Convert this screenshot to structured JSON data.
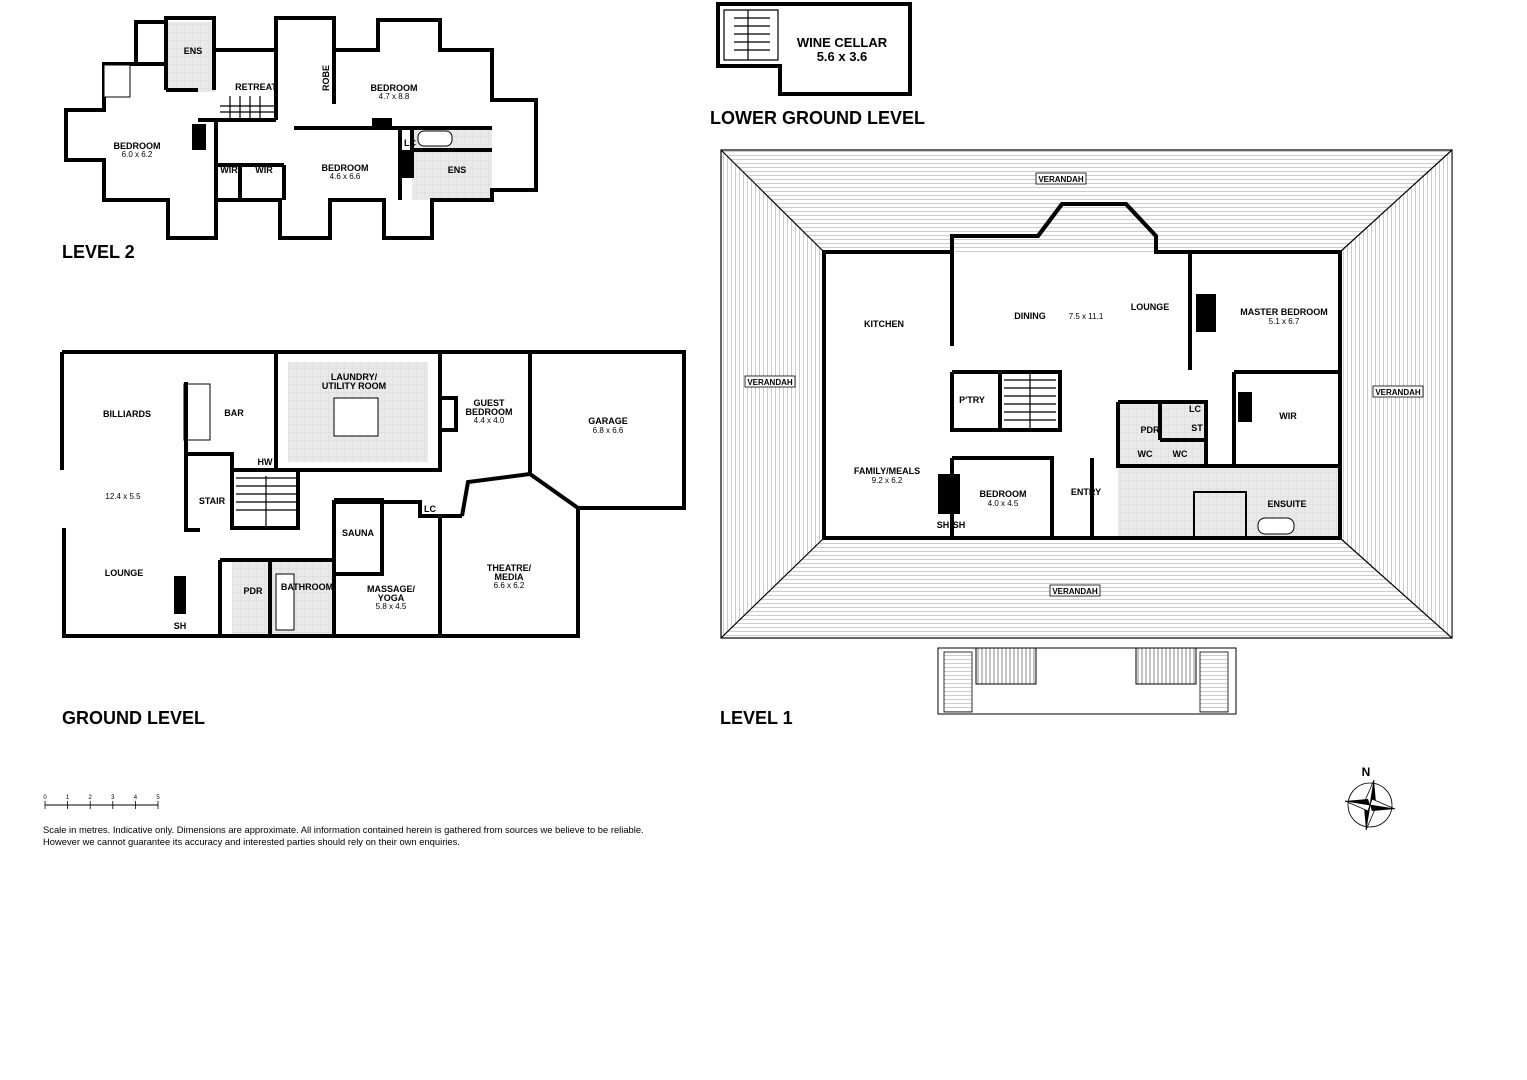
{
  "levels": {
    "level2": "LEVEL 2",
    "lower_ground": "LOWER GROUND LEVEL",
    "ground": "GROUND LEVEL",
    "level1": "LEVEL 1"
  },
  "wine_cellar": {
    "name": "WINE CELLAR",
    "dim": "5.6 x 3.6"
  },
  "level2_rooms": {
    "ens_left": "ENS",
    "retreat": "RETREAT",
    "robe": "ROBE",
    "bedroom_ne": "BEDROOM",
    "bedroom_ne_dim": "4.7 x 8.8",
    "bedroom_w": "BEDROOM",
    "bedroom_w_dim": "6.0 x 6.2",
    "wir1": "WIR",
    "wir2": "WIR",
    "bedroom_c": "BEDROOM",
    "bedroom_c_dim": "4.6 x 6.6",
    "lc": "LC",
    "ens_right": "ENS"
  },
  "ground_rooms": {
    "billiards": "BILLIARDS",
    "billiards_dim": "12.4 x 5.5",
    "lounge": "LOUNGE",
    "bar": "BAR",
    "laundry": "LAUNDRY/",
    "laundry2": "UTILITY ROOM",
    "guest": "GUEST",
    "guest2": "BEDROOM",
    "guest_dim": "4.4 x 4.0",
    "garage": "GARAGE",
    "garage_dim": "6.8 x 6.6",
    "hw": "HW",
    "stair": "STAIR",
    "sauna": "SAUNA",
    "lc": "LC",
    "pdr": "PDR",
    "bathroom": "BATHROOM",
    "massage": "MASSAGE/",
    "massage2": "YOGA",
    "massage_dim": "5.8 x 4.5",
    "theatre": "THEATRE/",
    "theatre2": "MEDIA",
    "theatre_dim": "6.6 x 6.2",
    "sh": "SH"
  },
  "level1_rooms": {
    "verandah_top": "VERANDAH",
    "verandah_left": "VERANDAH",
    "verandah_right": "VERANDAH",
    "verandah_bottom": "VERANDAH",
    "kitchen": "KITCHEN",
    "dining": "DINING",
    "dining_dim": "7.5 x 11.1",
    "lounge": "LOUNGE",
    "master": "MASTER BEDROOM",
    "master_dim": "5.1 x 6.7",
    "ptry": "P'TRY",
    "pdr": "PDR",
    "lc": "LC",
    "st": "ST",
    "wc1": "WC",
    "wc2": "WC",
    "wir": "WIR",
    "family": "FAMILY/MEALS",
    "family_dim": "9.2 x 6.2",
    "bedroom": "BEDROOM",
    "bedroom_dim": "4.0 x 4.5",
    "entry": "ENTRY",
    "ensuite": "ENSUITE",
    "sh1": "SH",
    "sh2": "SH"
  },
  "scale": {
    "ticks": [
      "0",
      "1",
      "2",
      "3",
      "4",
      "5"
    ]
  },
  "compass": {
    "north": "N",
    "icon": "compass-rose-icon"
  },
  "disclaimer": {
    "line1": "Scale in metres. Indicative only. Dimensions are approximate. All information contained herein is gathered from sources we believe to be reliable.",
    "line2": "However we cannot guarantee its accuracy and interested parties should rely on their own enquiries."
  }
}
